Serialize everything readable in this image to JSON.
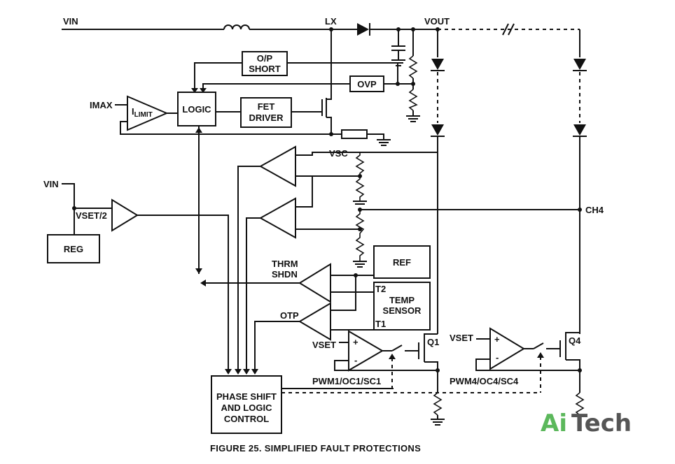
{
  "labels": {
    "vin_top": "VIN",
    "lx": "LX",
    "vout": "VOUT",
    "imax": "IMAX",
    "ilimit_i": "I",
    "ilimit_sub": "LIMIT",
    "logic": "LOGIC",
    "op_short_1": "O/P",
    "op_short_2": "SHORT",
    "ovp": "OVP",
    "fet_driver_1": "FET",
    "fet_driver_2": "DRIVER",
    "vsc": "VSC",
    "vin_left": "VIN",
    "vset2": "VSET/2",
    "reg": "REG",
    "ch4": "CH4",
    "ref": "REF",
    "thrm": "THRM",
    "shdn": "SHDN",
    "t2": "T2",
    "temp_sensor_1": "TEMP",
    "temp_sensor_2": "SENSOR",
    "t1": "T1",
    "otp": "OTP",
    "vset_q1": "VSET",
    "q1": "Q1",
    "vset_q4": "VSET",
    "q4": "Q4",
    "plus": "+",
    "minus": "-",
    "pwm1": "PWM1/OC1/SC1",
    "pwm4": "PWM4/OC4/SC4",
    "phase_1": "PHASE SHIFT",
    "phase_2": "AND LOGIC",
    "phase_3": "CONTROL"
  },
  "caption": "FIGURE 25.  SIMPLIFIED FAULT PROTECTIONS",
  "watermark": {
    "part1": "Ai",
    "part2": "Tech",
    "color1": "#5cb85c",
    "color2": "#555555"
  }
}
